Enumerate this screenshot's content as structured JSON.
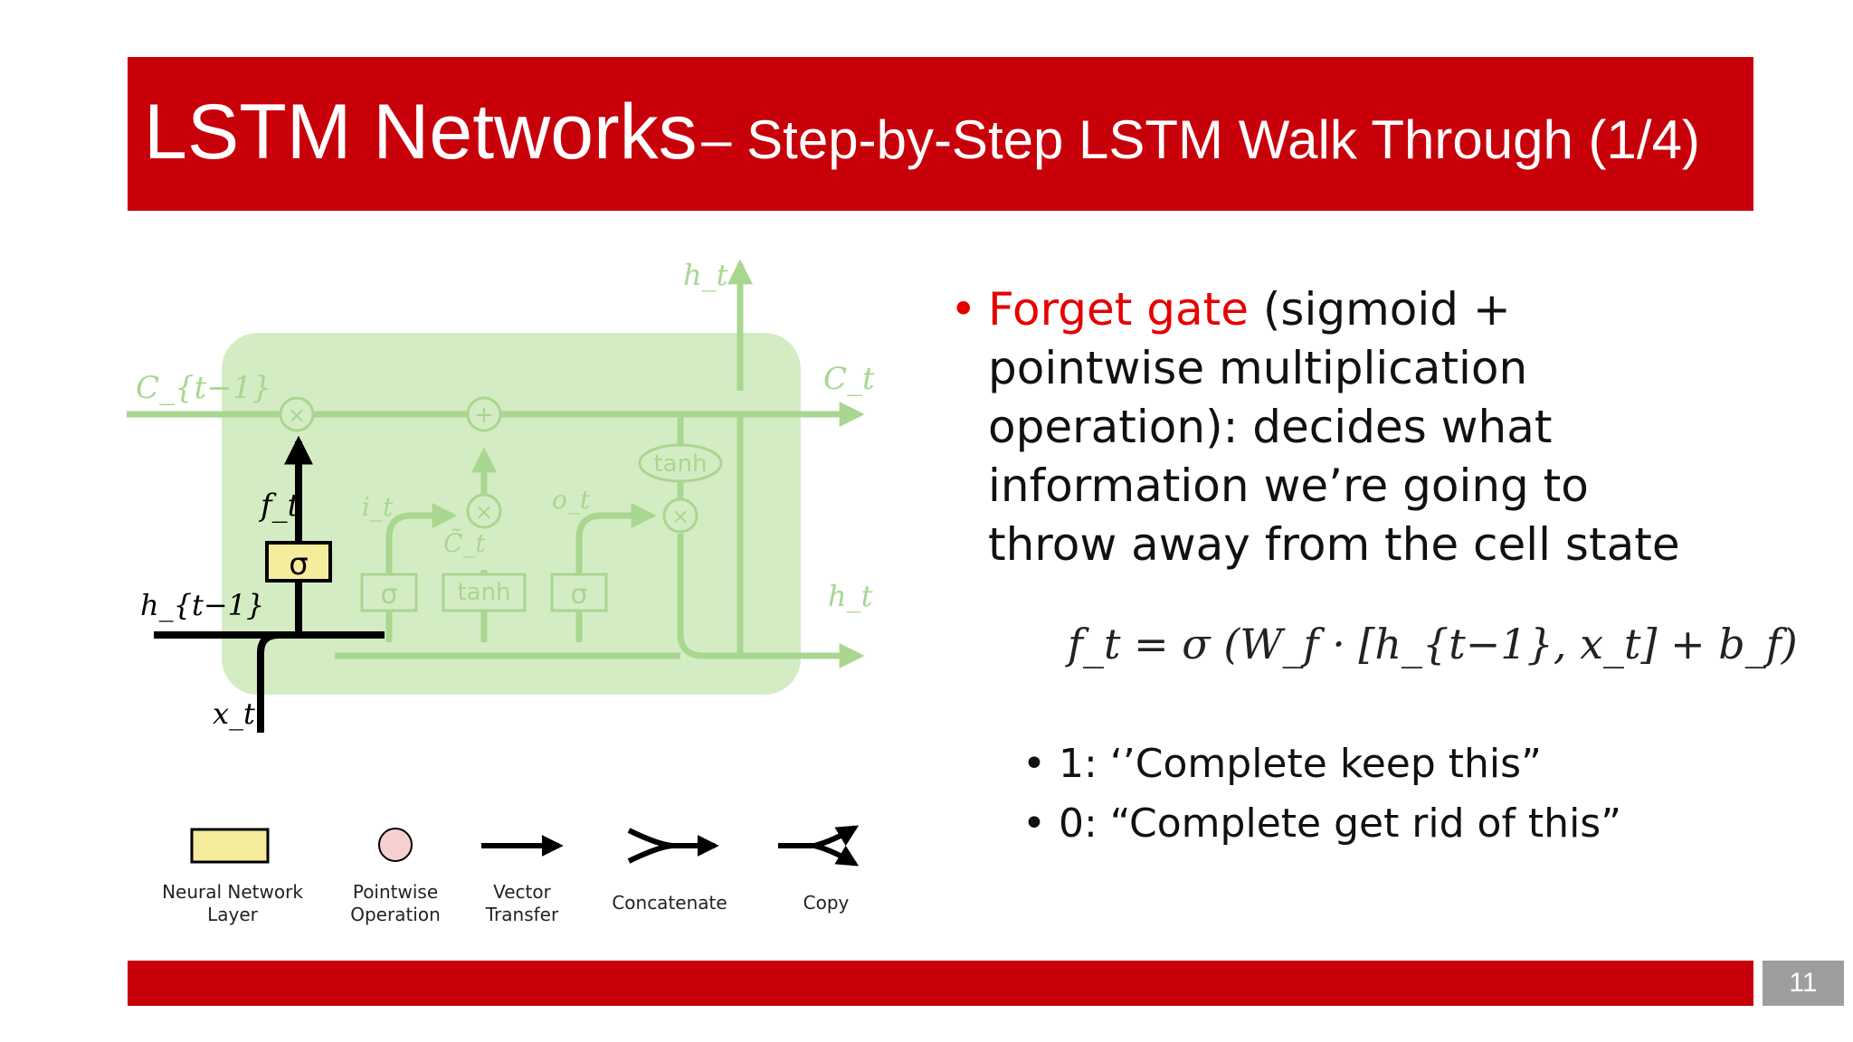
{
  "slide": {
    "title_main": "LSTM Networks",
    "title_sub": "– Step-by-Step LSTM Walk Through (1/4)",
    "page_number": "11"
  },
  "content": {
    "bullet_marker": "•",
    "bullet_highlight": "Forget gate",
    "bullet_rest": " (sigmoid + pointwise multiplication operation): decides what information we’re going to throw away from the cell state",
    "formula": "f_t = σ (W_f · [h_{t−1}, x_t] + b_f)",
    "sub_bullets": [
      "1: ‘’Complete keep this”",
      "0: “Complete get rid of this”"
    ]
  },
  "diagram": {
    "labels": {
      "c_prev": "C_{t−1}",
      "c_t": "C_t",
      "h_top": "h_t",
      "h_right": "h_t",
      "h_prev": "h_{t−1}",
      "x_t": "x_t",
      "f_t": "f_t",
      "i_t": "i_t",
      "o_t": "o_t",
      "c_tilde": "C̃_t"
    },
    "ops": {
      "multiply": "×",
      "add": "+",
      "sigma": "σ",
      "tanh": "tanh"
    },
    "legend": [
      {
        "line1": "Neural Network",
        "line2": "Layer"
      },
      {
        "line1": "Pointwise",
        "line2": "Operation"
      },
      {
        "line1": "Vector",
        "line2": "Transfer"
      },
      {
        "line1": "Concatenate",
        "line2": ""
      },
      {
        "line1": "Copy",
        "line2": ""
      }
    ]
  },
  "colors": {
    "brand_red": "#c8000a",
    "highlight_red": "#e60000",
    "cell_green": "#d4ecc4",
    "faded_green": "#a9d690",
    "layer_yellow": "#f5ec9c",
    "op_pink": "#f6d0d0",
    "page_num_gray": "#9e9e9e"
  }
}
